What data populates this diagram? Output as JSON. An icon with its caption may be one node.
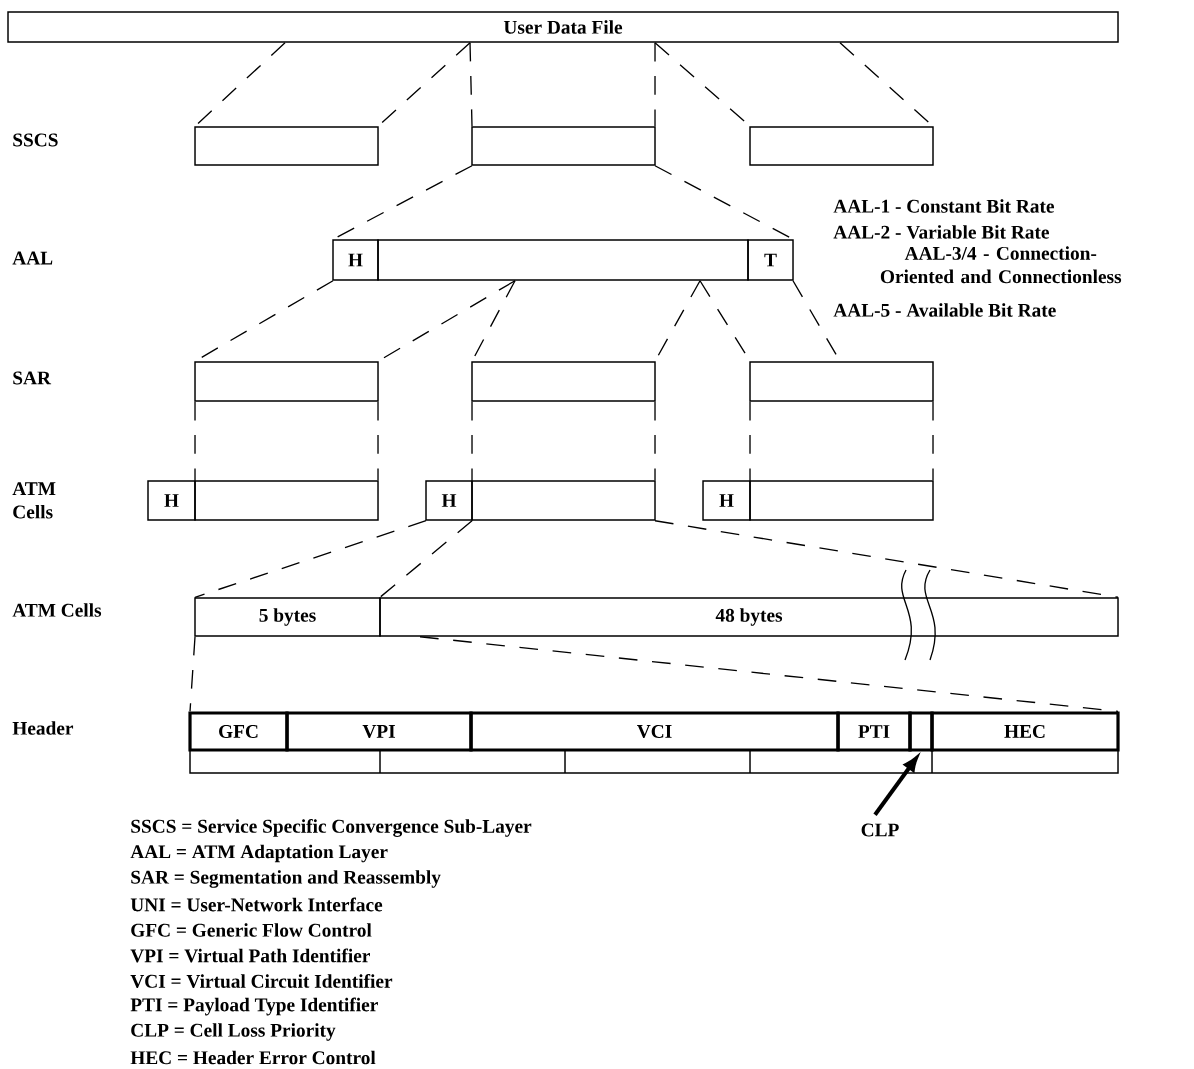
{
  "diagram": {
    "nodes": [
      {
        "text": [
          "User Data File"
        ]
      },
      {
        "text": [],
        "shape": "box"
      },
      {
        "text": [],
        "shape": "box"
      },
      {
        "text": [],
        "shape": "box"
      },
      {
        "text": [
          "H"
        ]
      },
      {
        "text": [],
        "shape": "box"
      },
      {
        "text": [
          "T"
        ]
      },
      {
        "text": [],
        "shape": "box"
      },
      {
        "text": [],
        "shape": "box"
      },
      {
        "text": [],
        "shape": "box"
      },
      {
        "text": [
          "H"
        ]
      },
      {
        "text": [],
        "shape": "box"
      },
      {
        "text": [
          "H"
        ]
      },
      {
        "text": [],
        "shape": "box"
      },
      {
        "text": [
          "H"
        ]
      },
      {
        "text": [],
        "shape": "box"
      },
      {
        "text": [
          "5 bytes"
        ]
      },
      {
        "text": [
          "48 bytes"
        ]
      },
      {
        "text": [
          "GFC"
        ]
      },
      {
        "text": [
          "VPI"
        ]
      },
      {
        "text": [
          "VCI"
        ]
      },
      {
        "text": [
          "PTI"
        ]
      },
      {
        "text": [],
        "shape": "box"
      },
      {
        "text": [
          "HEC"
        ]
      },
      {
        "text": [
          "CLP"
        ]
      }
    ],
    "edges": [
      {
        "from": 0,
        "to": 1,
        "arrow": "none",
        "style": "dashed"
      },
      {
        "from": 0,
        "to": 1,
        "arrow": "none",
        "style": "dashed"
      },
      {
        "from": 0,
        "to": 2,
        "arrow": "none",
        "style": "dashed"
      },
      {
        "from": 0,
        "to": 2,
        "arrow": "none",
        "style": "dashed"
      },
      {
        "from": 0,
        "to": 3,
        "arrow": "none",
        "style": "dashed"
      },
      {
        "from": 0,
        "to": 3,
        "arrow": "none",
        "style": "dashed"
      },
      {
        "from": 2,
        "to": 4,
        "arrow": "none",
        "style": "dashed"
      },
      {
        "from": 2,
        "to": 6,
        "arrow": "none",
        "style": "dashed"
      },
      {
        "from": 4,
        "to": 7,
        "arrow": "none",
        "style": "dashed"
      },
      {
        "from": 5,
        "to": 7,
        "arrow": "none",
        "style": "dashed"
      },
      {
        "from": 5,
        "to": 8,
        "arrow": "none",
        "style": "dashed"
      },
      {
        "from": 5,
        "to": 8,
        "arrow": "none",
        "style": "dashed"
      },
      {
        "from": 5,
        "to": 9,
        "arrow": "none",
        "style": "dashed"
      },
      {
        "from": 6,
        "to": 9,
        "arrow": "none",
        "style": "dashed"
      },
      {
        "from": 7,
        "to": 11,
        "arrow": "none",
        "style": "dashed"
      },
      {
        "from": 7,
        "to": 11,
        "arrow": "none",
        "style": "dashed"
      },
      {
        "from": 8,
        "to": 13,
        "arrow": "none",
        "style": "dashed"
      },
      {
        "from": 8,
        "to": 13,
        "arrow": "none",
        "style": "dashed"
      },
      {
        "from": 9,
        "to": 15,
        "arrow": "none",
        "style": "dashed"
      },
      {
        "from": 9,
        "to": 15,
        "arrow": "none",
        "style": "dashed"
      },
      {
        "from": 12,
        "to": 16,
        "arrow": "none",
        "style": "dashed"
      },
      {
        "from": 12,
        "to": 16,
        "arrow": "none",
        "style": "dashed"
      },
      {
        "from": 13,
        "to": 17,
        "arrow": "none",
        "style": "dashed"
      },
      {
        "from": 16,
        "to": 18,
        "arrow": "none",
        "style": "dashed"
      },
      {
        "from": 17,
        "to": 23,
        "arrow": "none",
        "style": "dashed"
      },
      {
        "from": 24,
        "to": 22,
        "arrow": "to",
        "style": "thick"
      }
    ],
    "labels": [
      "SSCS",
      "AAL-1 - Constant Bit Rate",
      "AAL-2 - Variable Bit Rate",
      "AAL",
      "AAL-3/4 - Connection-Oriented and Connectionless",
      "AAL-5 - Available Bit Rate",
      "SAR",
      "ATM Cells",
      "ATM Cells",
      "Header",
      "SSCS = Service Specific Convergence Sub-Layer",
      "AAL = ATM Adaptation Layer",
      "SAR = Segmentation and Reassembly",
      "UNI = User-Network Interface",
      "GFC = Generic Flow Control",
      "VPI = Virtual Path Identifier",
      "VCI = Virtual Circuit Identifier",
      "PTI = Payload Type Identifier",
      "CLP = Cell Loss Priority",
      "HEC = Header Error Control"
    ]
  }
}
